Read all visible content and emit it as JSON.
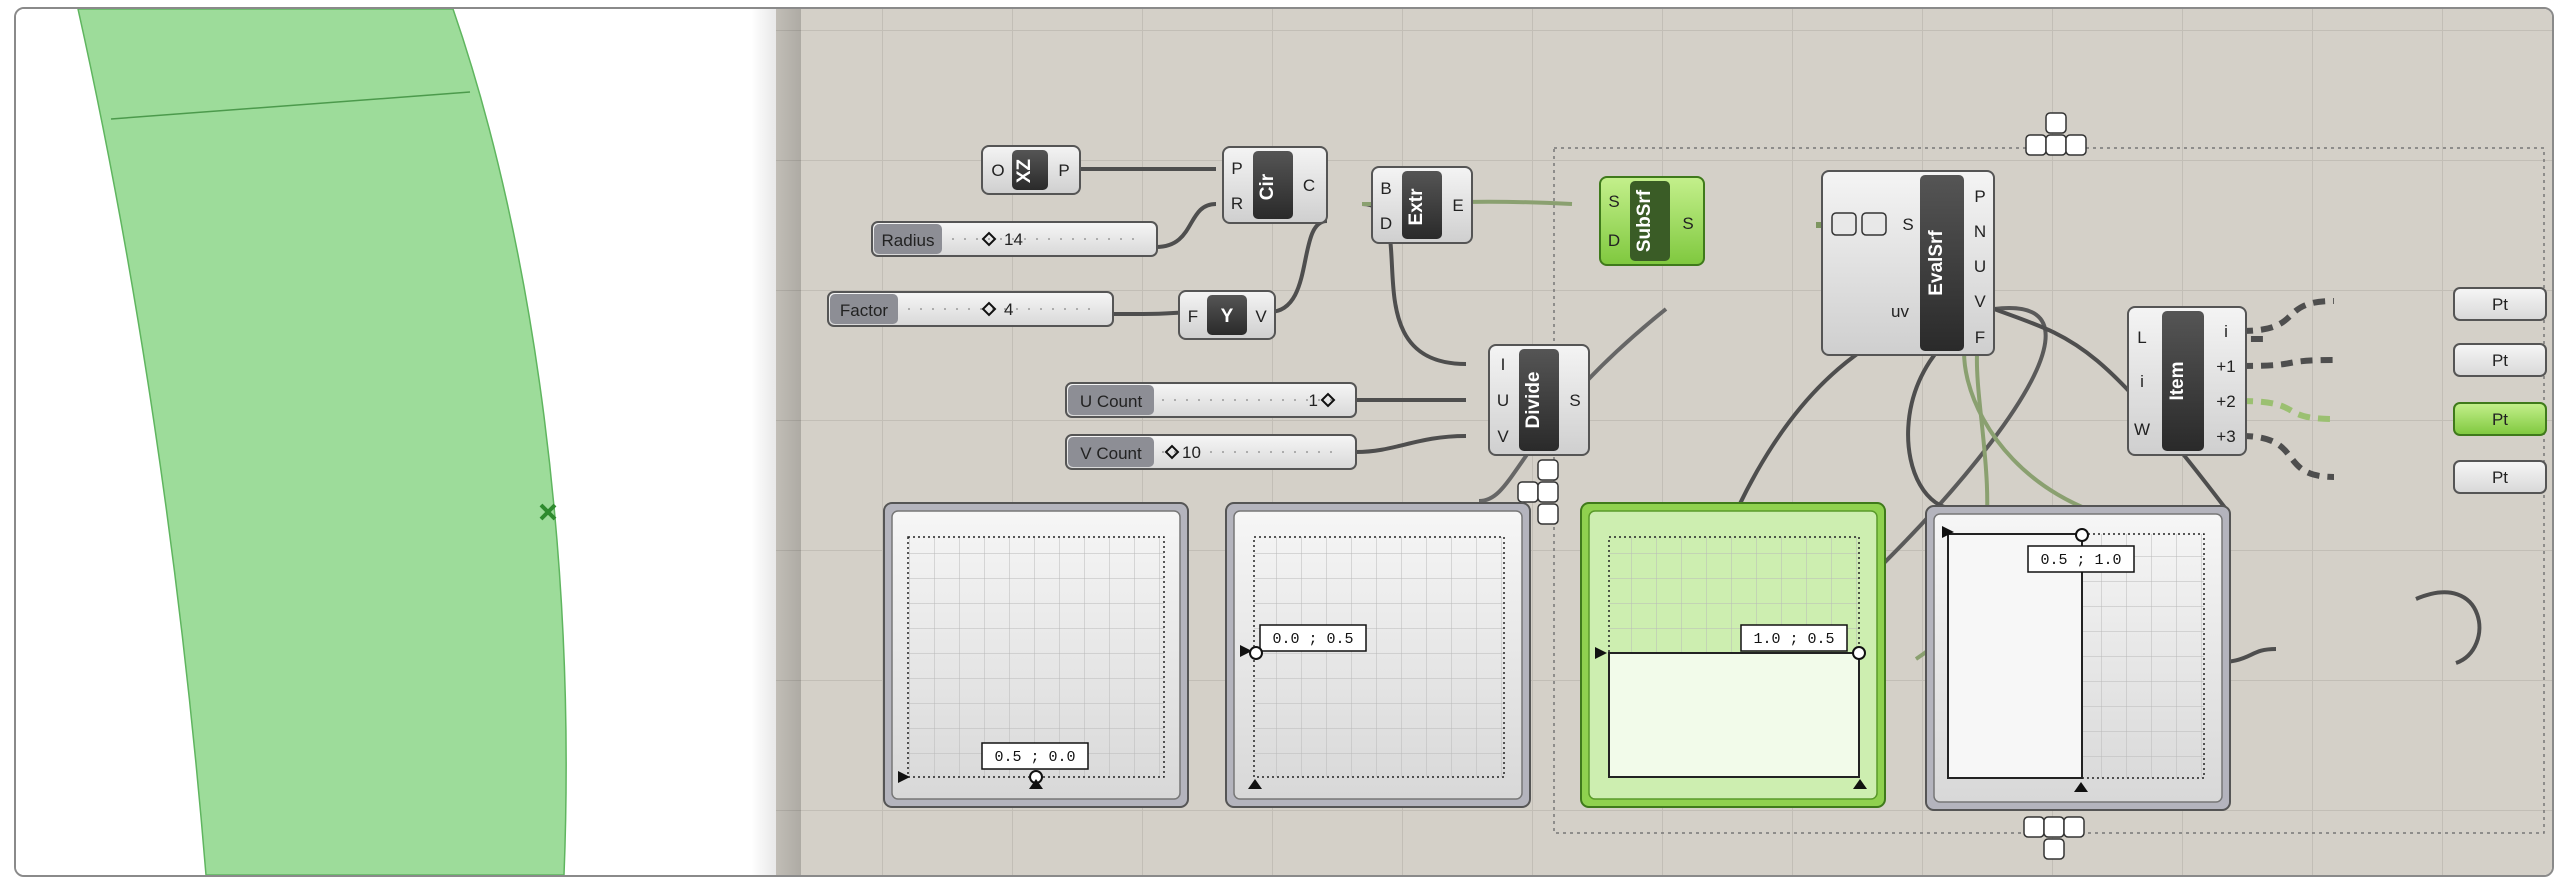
{
  "viewport": {
    "label": "Rhino viewport"
  },
  "components": {
    "xz": {
      "name": "XZ",
      "in": [
        "O"
      ],
      "out": [
        "P"
      ]
    },
    "cir": {
      "name": "Cir",
      "in": [
        "P",
        "R"
      ],
      "out": [
        "C"
      ]
    },
    "extr": {
      "name": "Extr",
      "in": [
        "B",
        "D"
      ],
      "out": [
        "E"
      ]
    },
    "y": {
      "name": "Y",
      "in": [
        "F"
      ],
      "out": [
        "V"
      ]
    },
    "divide": {
      "name": "Divide",
      "in": [
        "I",
        "U",
        "V"
      ],
      "out": [
        "S"
      ]
    },
    "subsrf": {
      "name": "SubSrf",
      "in": [
        "S",
        "D"
      ],
      "out": [
        "S"
      ]
    },
    "evalsrf": {
      "name": "EvalSrf",
      "in": [
        "S",
        "uv"
      ],
      "out": [
        "P",
        "N",
        "U",
        "V",
        "F"
      ]
    },
    "item": {
      "name": "Item",
      "in": [
        "L",
        "i",
        "W"
      ],
      "out": [
        "i",
        "+1",
        "+2",
        "+3"
      ]
    }
  },
  "sliders": [
    {
      "label": "Radius",
      "value": "14"
    },
    {
      "label": "Factor",
      "value": "4"
    },
    {
      "label": "U Count",
      "value": "1"
    },
    {
      "label": "V Count",
      "value": "10"
    }
  ],
  "points": [
    "Pt",
    "Pt",
    "Pt",
    "Pt"
  ],
  "mdsliders": [
    {
      "value": "0.5 ; 0.0"
    },
    {
      "value": "0.0 ; 0.5"
    },
    {
      "value": "1.0 ; 0.5"
    },
    {
      "value": "0.5 ; 1.0"
    }
  ],
  "colors": {
    "canvas": "#d4d0c8",
    "surface": "#9ddc9a",
    "selected": "#8fd14f",
    "wire": "#4a4a4a"
  }
}
